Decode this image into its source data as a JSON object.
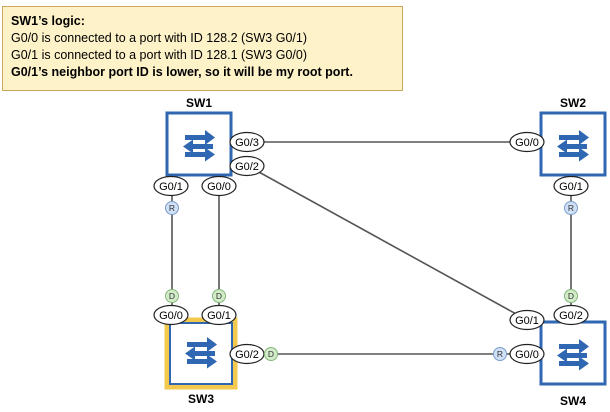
{
  "note": {
    "title": "SW1’s logic:",
    "line1": "G0/0 is connected to a port with ID 128.2 (SW3 G0/1)",
    "line2": "G0/1 is connected to a port with ID 128.1 (SW3 G0/0)",
    "conclusion": "G0/1’s neighbor port ID is lower, so it will be my root port."
  },
  "switches": {
    "sw1": {
      "label": "SW1",
      "icon": "switch-icon"
    },
    "sw2": {
      "label": "SW2",
      "icon": "switch-icon"
    },
    "sw3": {
      "label": "SW3",
      "icon": "switch-icon"
    },
    "sw4": {
      "label": "SW4",
      "icon": "switch-icon"
    }
  },
  "ports": {
    "sw1_g03": "G0/3",
    "sw1_g02": "G0/2",
    "sw1_g01": "G0/1",
    "sw1_g00": "G0/0",
    "sw2_g00": "G0/0",
    "sw2_g01": "G0/1",
    "sw3_g00": "G0/0",
    "sw3_g01": "G0/1",
    "sw3_g02": "G0/2",
    "sw4_g01": "G0/1",
    "sw4_g02": "G0/2",
    "sw4_g00": "G0/0"
  },
  "roles": {
    "sw1_g01": "R",
    "sw2_g01": "R",
    "sw3_g00": "D",
    "sw3_g01": "D",
    "sw3_g02": "D",
    "sw4_g02": "D",
    "sw4_g00": "R"
  },
  "colors": {
    "switch_border": "#2f67b2",
    "switch_border_highlight": "#f2c94c",
    "switch_icon": "#2f67b2",
    "root_port": "#cfe0f7",
    "designated_port": "#d2ecc9",
    "note_background": "#fef2c8",
    "link": "#555555"
  }
}
